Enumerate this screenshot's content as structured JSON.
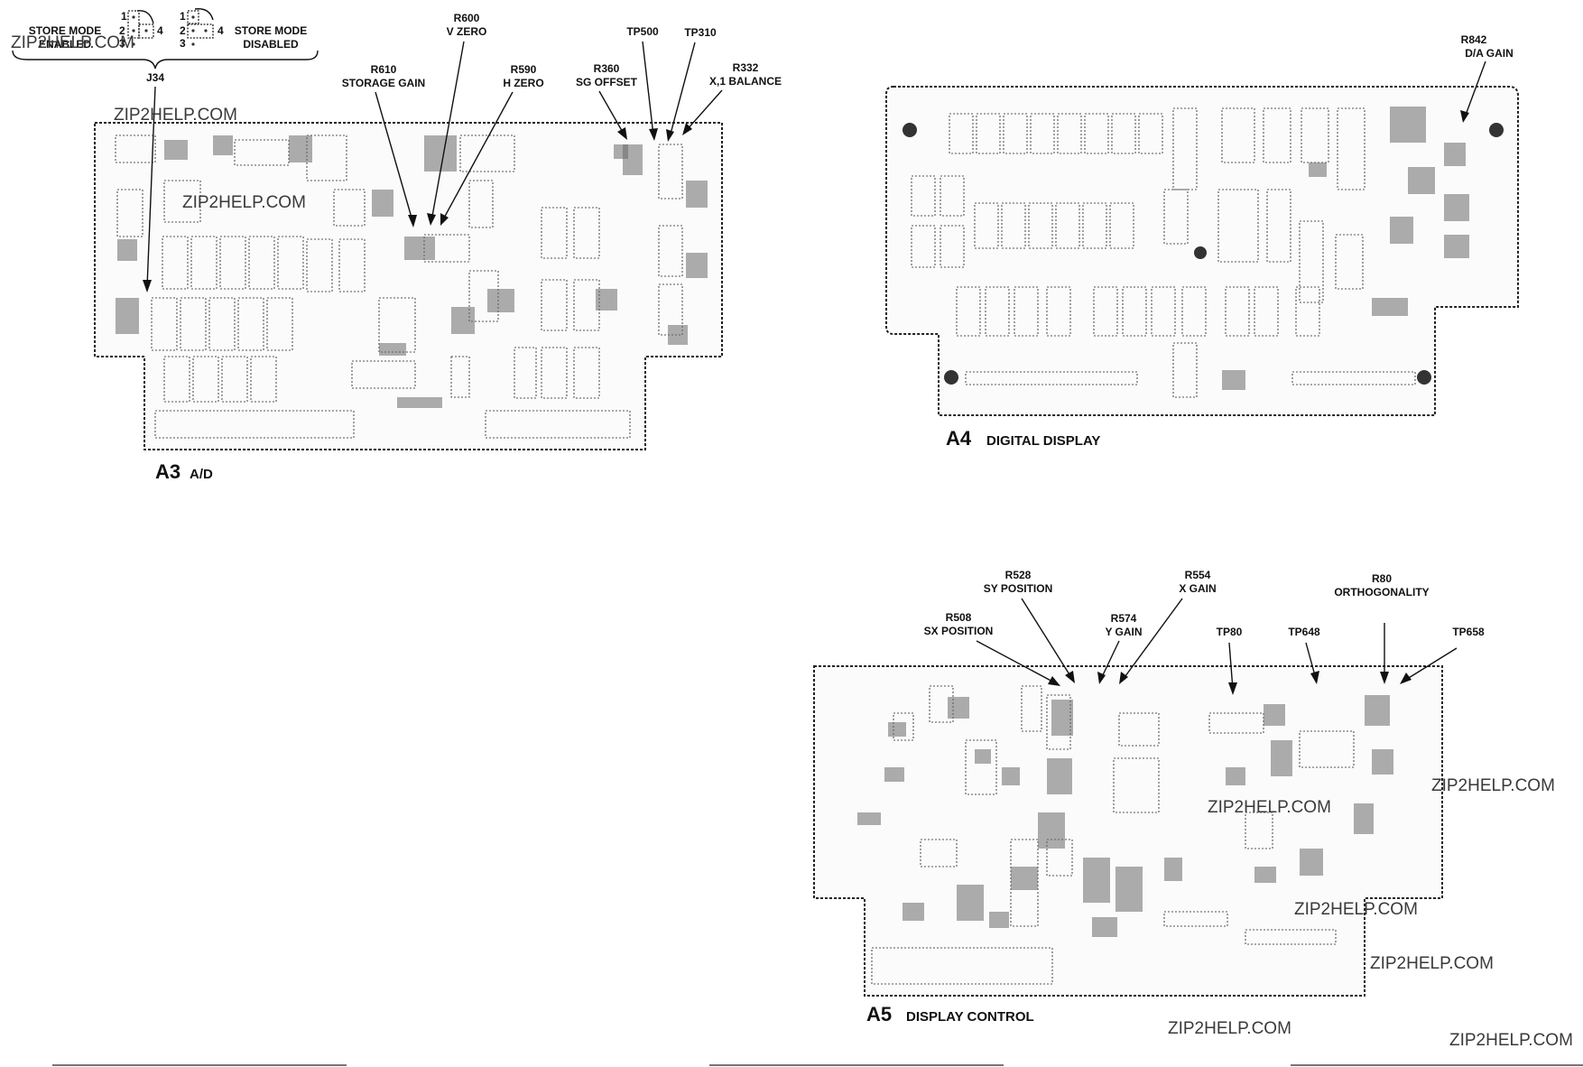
{
  "watermark": "ZIP2HELP.COM",
  "jumper": {
    "enabled_label_1": "STORE MODE",
    "enabled_label_2": "ENABLED",
    "disabled_label_1": "STORE MODE",
    "disabled_label_2": "DISABLED",
    "pin_1": "1",
    "pin_2": "2",
    "pin_3": "3",
    "pin_4": "4",
    "ref": "J34"
  },
  "a3": {
    "title_code": "A3",
    "title_name": "A/D",
    "callouts": [
      {
        "ref": "R610",
        "name": "STORAGE GAIN"
      },
      {
        "ref": "R600",
        "name": "V ZERO"
      },
      {
        "ref": "R590",
        "name": "H ZERO"
      },
      {
        "ref": "R360",
        "name": "SG OFFSET"
      },
      {
        "ref": "TP500",
        "name": ""
      },
      {
        "ref": "TP310",
        "name": ""
      },
      {
        "ref": "R332",
        "name": "X,1 BALANCE"
      }
    ]
  },
  "a4": {
    "title_code": "A4",
    "title_name": "DIGITAL DISPLAY",
    "callouts": [
      {
        "ref": "R842",
        "name": "D/A GAIN"
      }
    ]
  },
  "a5": {
    "title_code": "A5",
    "title_name": "DISPLAY CONTROL",
    "callouts": [
      {
        "ref": "R508",
        "name": "SX POSITION"
      },
      {
        "ref": "R528",
        "name": "SY POSITION"
      },
      {
        "ref": "R574",
        "name": "Y GAIN"
      },
      {
        "ref": "R554",
        "name": "X GAIN"
      },
      {
        "ref": "TP80",
        "name": ""
      },
      {
        "ref": "TP648",
        "name": ""
      },
      {
        "ref": "R80",
        "name": "ORTHOGONALITY"
      },
      {
        "ref": "TP658",
        "name": ""
      }
    ]
  }
}
